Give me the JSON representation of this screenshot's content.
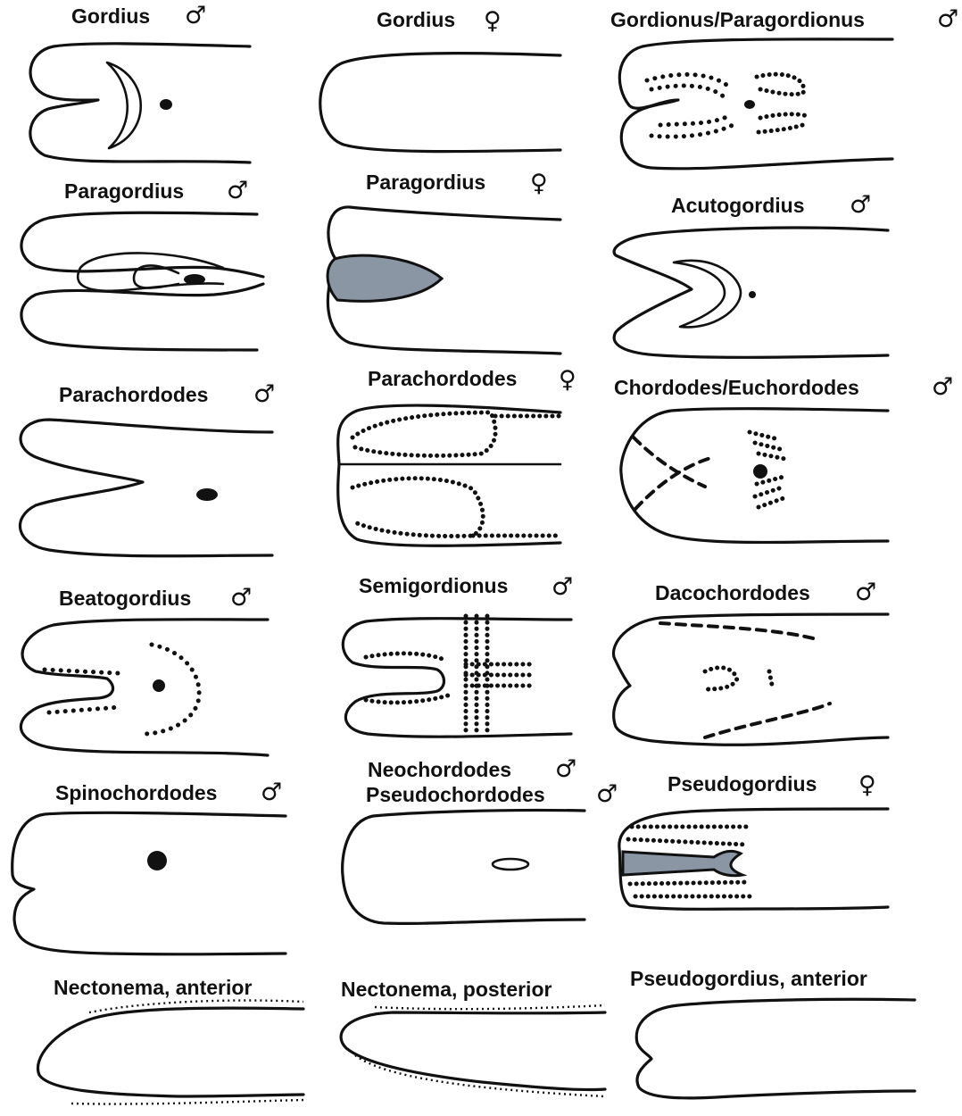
{
  "figure": {
    "panels": [
      {
        "id": "gordius-male",
        "genus": "Gordius",
        "sex_symbol": "♂"
      },
      {
        "id": "gordius-female",
        "genus": "Gordius",
        "sex_symbol": "♀"
      },
      {
        "id": "gordionus-male",
        "genus": "Gordionus/Paragordionus",
        "sex_symbol": "♂"
      },
      {
        "id": "paragordius-male",
        "genus": "Paragordius",
        "sex_symbol": "♂"
      },
      {
        "id": "paragordius-female",
        "genus": "Paragordius",
        "sex_symbol": "♀"
      },
      {
        "id": "acutogordius-male",
        "genus": "Acutogordius",
        "sex_symbol": "♂"
      },
      {
        "id": "parachordodes-male",
        "genus": "Parachordodes",
        "sex_symbol": "♂"
      },
      {
        "id": "parachordodes-female",
        "genus": "Parachordodes",
        "sex_symbol": "♀"
      },
      {
        "id": "chordodes-male",
        "genus": "Chordodes/Euchordodes",
        "sex_symbol": "♂"
      },
      {
        "id": "beatogordius-male",
        "genus": "Beatogordius",
        "sex_symbol": "♂"
      },
      {
        "id": "semigordionus-male",
        "genus": "Semigordionus",
        "sex_symbol": "♂"
      },
      {
        "id": "dacochordodes-male",
        "genus": "Dacochordodes",
        "sex_symbol": "♂"
      },
      {
        "id": "spinochordodes-male",
        "genus": "Spinochordodes",
        "sex_symbol": "♂"
      },
      {
        "id": "neochordodes-male",
        "genus": "Neochordodes",
        "sex_symbol": "♂",
        "genus2": "Pseudochordodes",
        "sex_symbol2": "♂"
      },
      {
        "id": "pseudogordius-female",
        "genus": "Pseudogordius",
        "sex_symbol": "♀"
      },
      {
        "id": "nectonema-anterior",
        "genus": "Nectonema, anterior",
        "sex_symbol": ""
      },
      {
        "id": "nectonema-posterior",
        "genus": "Nectonema, posterior",
        "sex_symbol": ""
      },
      {
        "id": "pseudogordius-anterior",
        "genus": "Pseudogordius, anterior",
        "sex_symbol": ""
      }
    ],
    "colors": {
      "ink": "#111111",
      "background": "#ffffff",
      "shading": "#8a96a4"
    }
  }
}
